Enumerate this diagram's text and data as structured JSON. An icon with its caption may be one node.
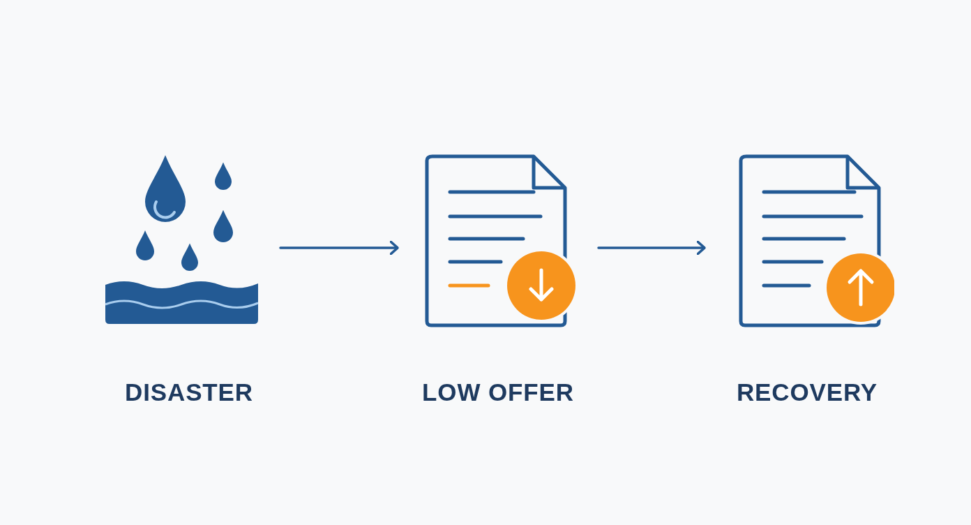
{
  "diagram": {
    "nodes": [
      {
        "text": [
          "DISASTER"
        ]
      },
      {
        "text": [
          "LOW OFFER"
        ]
      },
      {
        "text": [
          "RECOVERY"
        ]
      }
    ],
    "edges": [
      {
        "from": 0,
        "to": 1,
        "arrow": "to"
      },
      {
        "from": 1,
        "to": 2,
        "arrow": "to"
      }
    ]
  }
}
